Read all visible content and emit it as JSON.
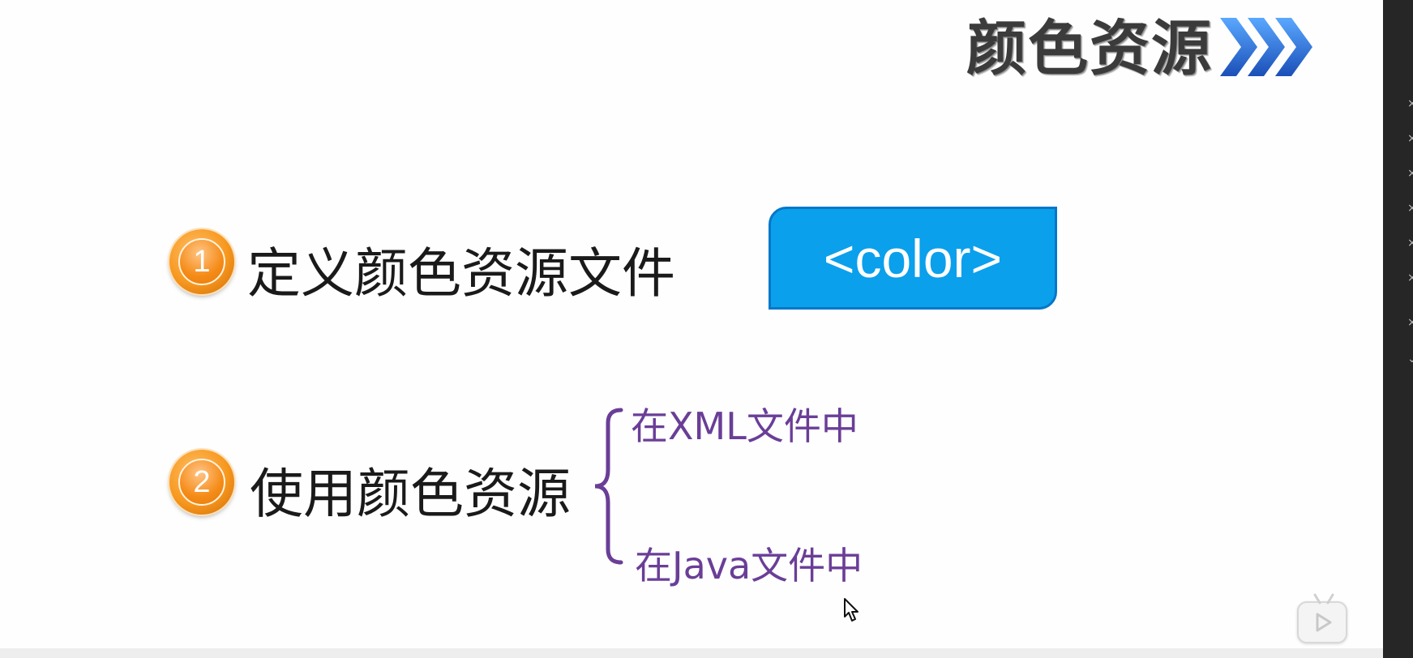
{
  "slide": {
    "title": "颜色资源",
    "items": [
      {
        "number": "1",
        "label": "定义颜色资源文件",
        "tag": "<color>"
      },
      {
        "number": "2",
        "label": "使用颜色资源",
        "subitems": [
          "在XML文件中",
          "在Java文件中"
        ]
      }
    ]
  },
  "colors": {
    "tag_fill": "#0aa0ec",
    "tag_border": "#0577c8",
    "subitem_text": "#6a3e97",
    "number_badge": "#f7981f",
    "title_text": "#3b3b3b",
    "arrow_blue": "#1f6fd0"
  },
  "icons": {
    "title_arrows": "triple-chevron-right-icon",
    "cursor": "mouse-pointer-icon",
    "player": "bilibili-play-icon"
  },
  "side_bar": {
    "markers": [
      "×",
      "×",
      "×",
      "×",
      "×",
      "×",
      "×",
      "⌄"
    ]
  }
}
